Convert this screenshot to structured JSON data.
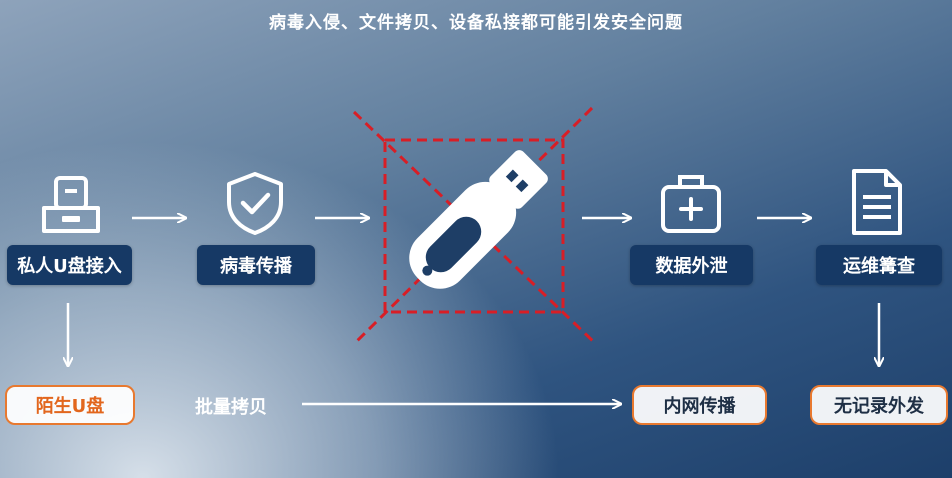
{
  "title": "病毒入侵、文件拷贝、设备私接都可能引发安全问题",
  "nodes": [
    {
      "label": "私人U盘接入",
      "icon": "usb-device-icon"
    },
    {
      "label": "病毒传播",
      "icon": "shield-check-icon"
    },
    {
      "label": "数据外泄",
      "icon": "medical-kit-icon"
    },
    {
      "label": "运维篝查",
      "icon": "document-icon"
    }
  ],
  "center_icon": "usb-drive-crossed-icon",
  "bottom": {
    "strange_usb": "陌生U盘",
    "batch_copy": "批量拷贝",
    "intranet_spread": "内网传播",
    "unrecorded_outgoing": "无记录外发"
  },
  "colors": {
    "pill_bg": "#163965",
    "warning_red": "#d81e26",
    "accent_orange": "#e8792f"
  }
}
